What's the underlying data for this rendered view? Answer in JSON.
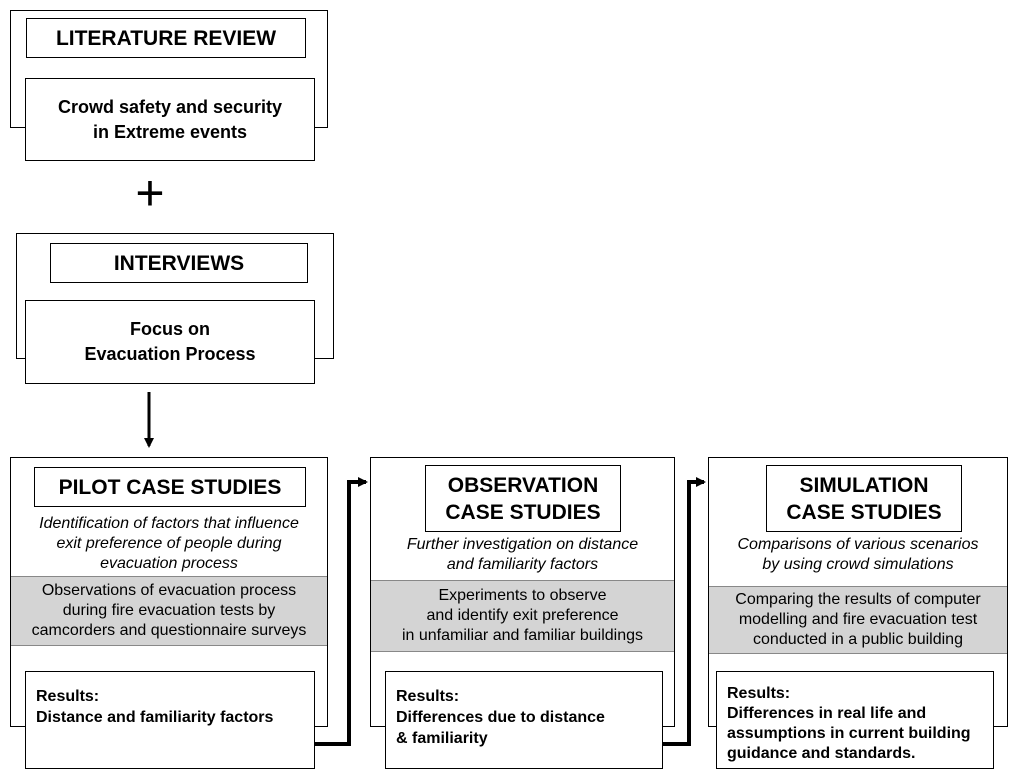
{
  "literature": {
    "title": "LITERATURE REVIEW",
    "lines": [
      "Crowd safety and security",
      "in Extreme events"
    ]
  },
  "plus_symbol": "+",
  "interviews": {
    "title": "INTERVIEWS",
    "lines": [
      "Focus on",
      "Evacuation Process"
    ]
  },
  "pilot": {
    "title": "PILOT CASE STUDIES",
    "desc": [
      "Identification of factors that influence",
      "exit preference of people during",
      "evacuation process"
    ],
    "method": [
      "Observations of evacuation process",
      "during fire evacuation tests by",
      "camcorders and questionnaire surveys"
    ],
    "results": [
      "Results:",
      "Distance and familiarity  factors"
    ]
  },
  "observation": {
    "title": [
      "OBSERVATION",
      "CASE STUDIES"
    ],
    "desc": [
      "Further investigation on distance",
      "and familiarity factors"
    ],
    "method": [
      "Experiments to observe",
      "and identify exit preference",
      "in unfamiliar and familiar buildings"
    ],
    "results": [
      "Results:",
      "Differences due to distance",
      "& familiarity"
    ]
  },
  "simulation": {
    "title": [
      "SIMULATION",
      "CASE STUDIES"
    ],
    "desc": [
      "Comparisons of various scenarios",
      "by using crowd simulations"
    ],
    "method": [
      "Comparing the results of computer",
      "modelling and fire evacuation test",
      "conducted in a public building"
    ],
    "results": [
      "Results:",
      "Differences in real life and",
      "assumptions in current building",
      "guidance and standards."
    ]
  }
}
